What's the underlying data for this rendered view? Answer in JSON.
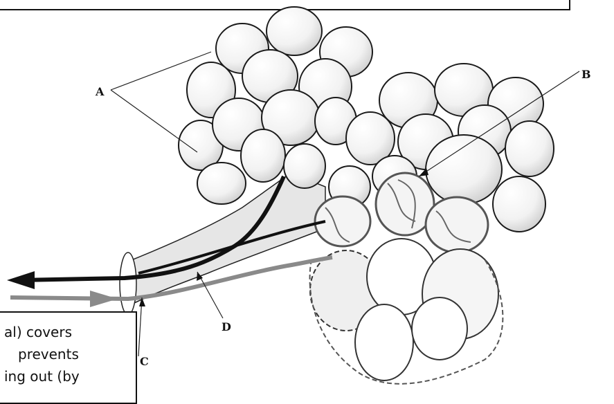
{
  "labels": {
    "a": "A",
    "b": "B",
    "c": "C",
    "d": "D"
  },
  "caption": {
    "line1": "al) covers",
    "line2": "prevents",
    "line3": "ing out (by"
  },
  "colors": {
    "alveolus_fill": "#ebebeb",
    "outline": "#1a1a1a",
    "deoxygenated_vessel": "#111111",
    "oxygenated_vessel": "#8a8a8a"
  }
}
